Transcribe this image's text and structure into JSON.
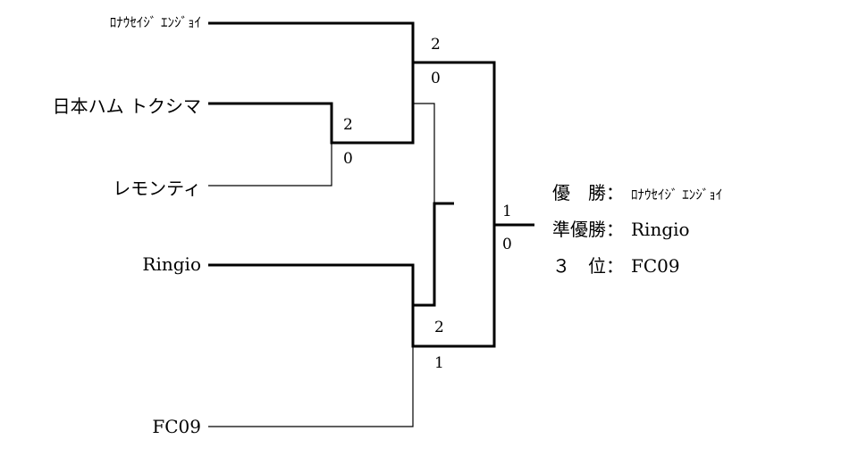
{
  "teams": [
    {
      "name": "ﾛﾅｳｾｲｼﾞ ｴﾝｼﾞｮｲ"
    },
    {
      "name": "日本ハム トクシマ"
    },
    {
      "name": "レモンティ"
    },
    {
      "name": "Ringio"
    },
    {
      "name": "FC09"
    }
  ],
  "matches": [
    {
      "id": "m1",
      "winner_score": "2",
      "loser_score": "0"
    },
    {
      "id": "m2",
      "winner_score": "2",
      "loser_score": "0"
    },
    {
      "id": "m3",
      "winner_score": "2",
      "loser_score": "1"
    },
    {
      "id": "final",
      "winner_score": "1",
      "loser_score": "0"
    }
  ],
  "results": {
    "champion_label": "優　勝：",
    "champion": "ﾛﾅｳｾｲｼﾞ ｴﾝｼﾞｮｲ",
    "runner_up_label": "準優勝：",
    "runner_up": "Ringio",
    "third_label": "３　位：",
    "third": "FC09"
  },
  "colors": {
    "line": "#000000",
    "accent": "#000000"
  }
}
